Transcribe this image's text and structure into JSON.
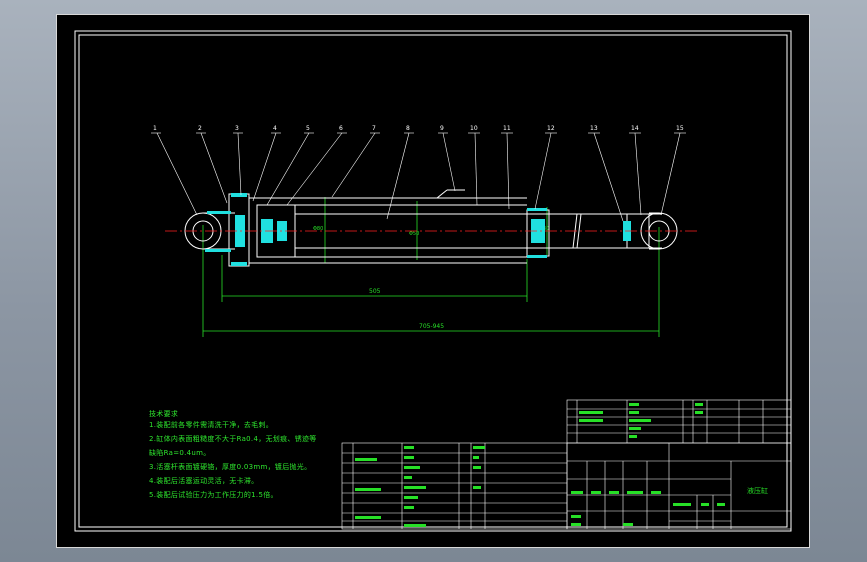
{
  "balloons": [
    "1",
    "2",
    "3",
    "4",
    "5",
    "6",
    "7",
    "8",
    "9",
    "10",
    "11",
    "12",
    "13",
    "14",
    "15"
  ],
  "dimensions": {
    "stroke": "505",
    "overall": "705-945",
    "bore_marks": [
      "Φ80",
      "Φ50",
      "Φ80"
    ]
  },
  "notes": {
    "heading": "技术要求",
    "lines": [
      "1.装配前各零件需清洗干净，去毛刺。",
      "2.缸体内表面粗糙度不大于Ra0.4，无划痕、锈迹等",
      "  缺陷Ra=0.4um。",
      "3.活塞杆表面镀硬铬，厚度0.03mm，镀后抛光。",
      "4.装配后活塞运动灵活，无卡滞。",
      "5.装配后试验压力为工作压力的1.5倍。"
    ]
  },
  "title_block": {
    "name": "液压缸"
  },
  "colors": {
    "outline": "#ffffff",
    "centerline": "#ff2020",
    "dimension": "#27e027",
    "hatch": "#20e0e0",
    "frame_gray": "#9aa4b0"
  }
}
